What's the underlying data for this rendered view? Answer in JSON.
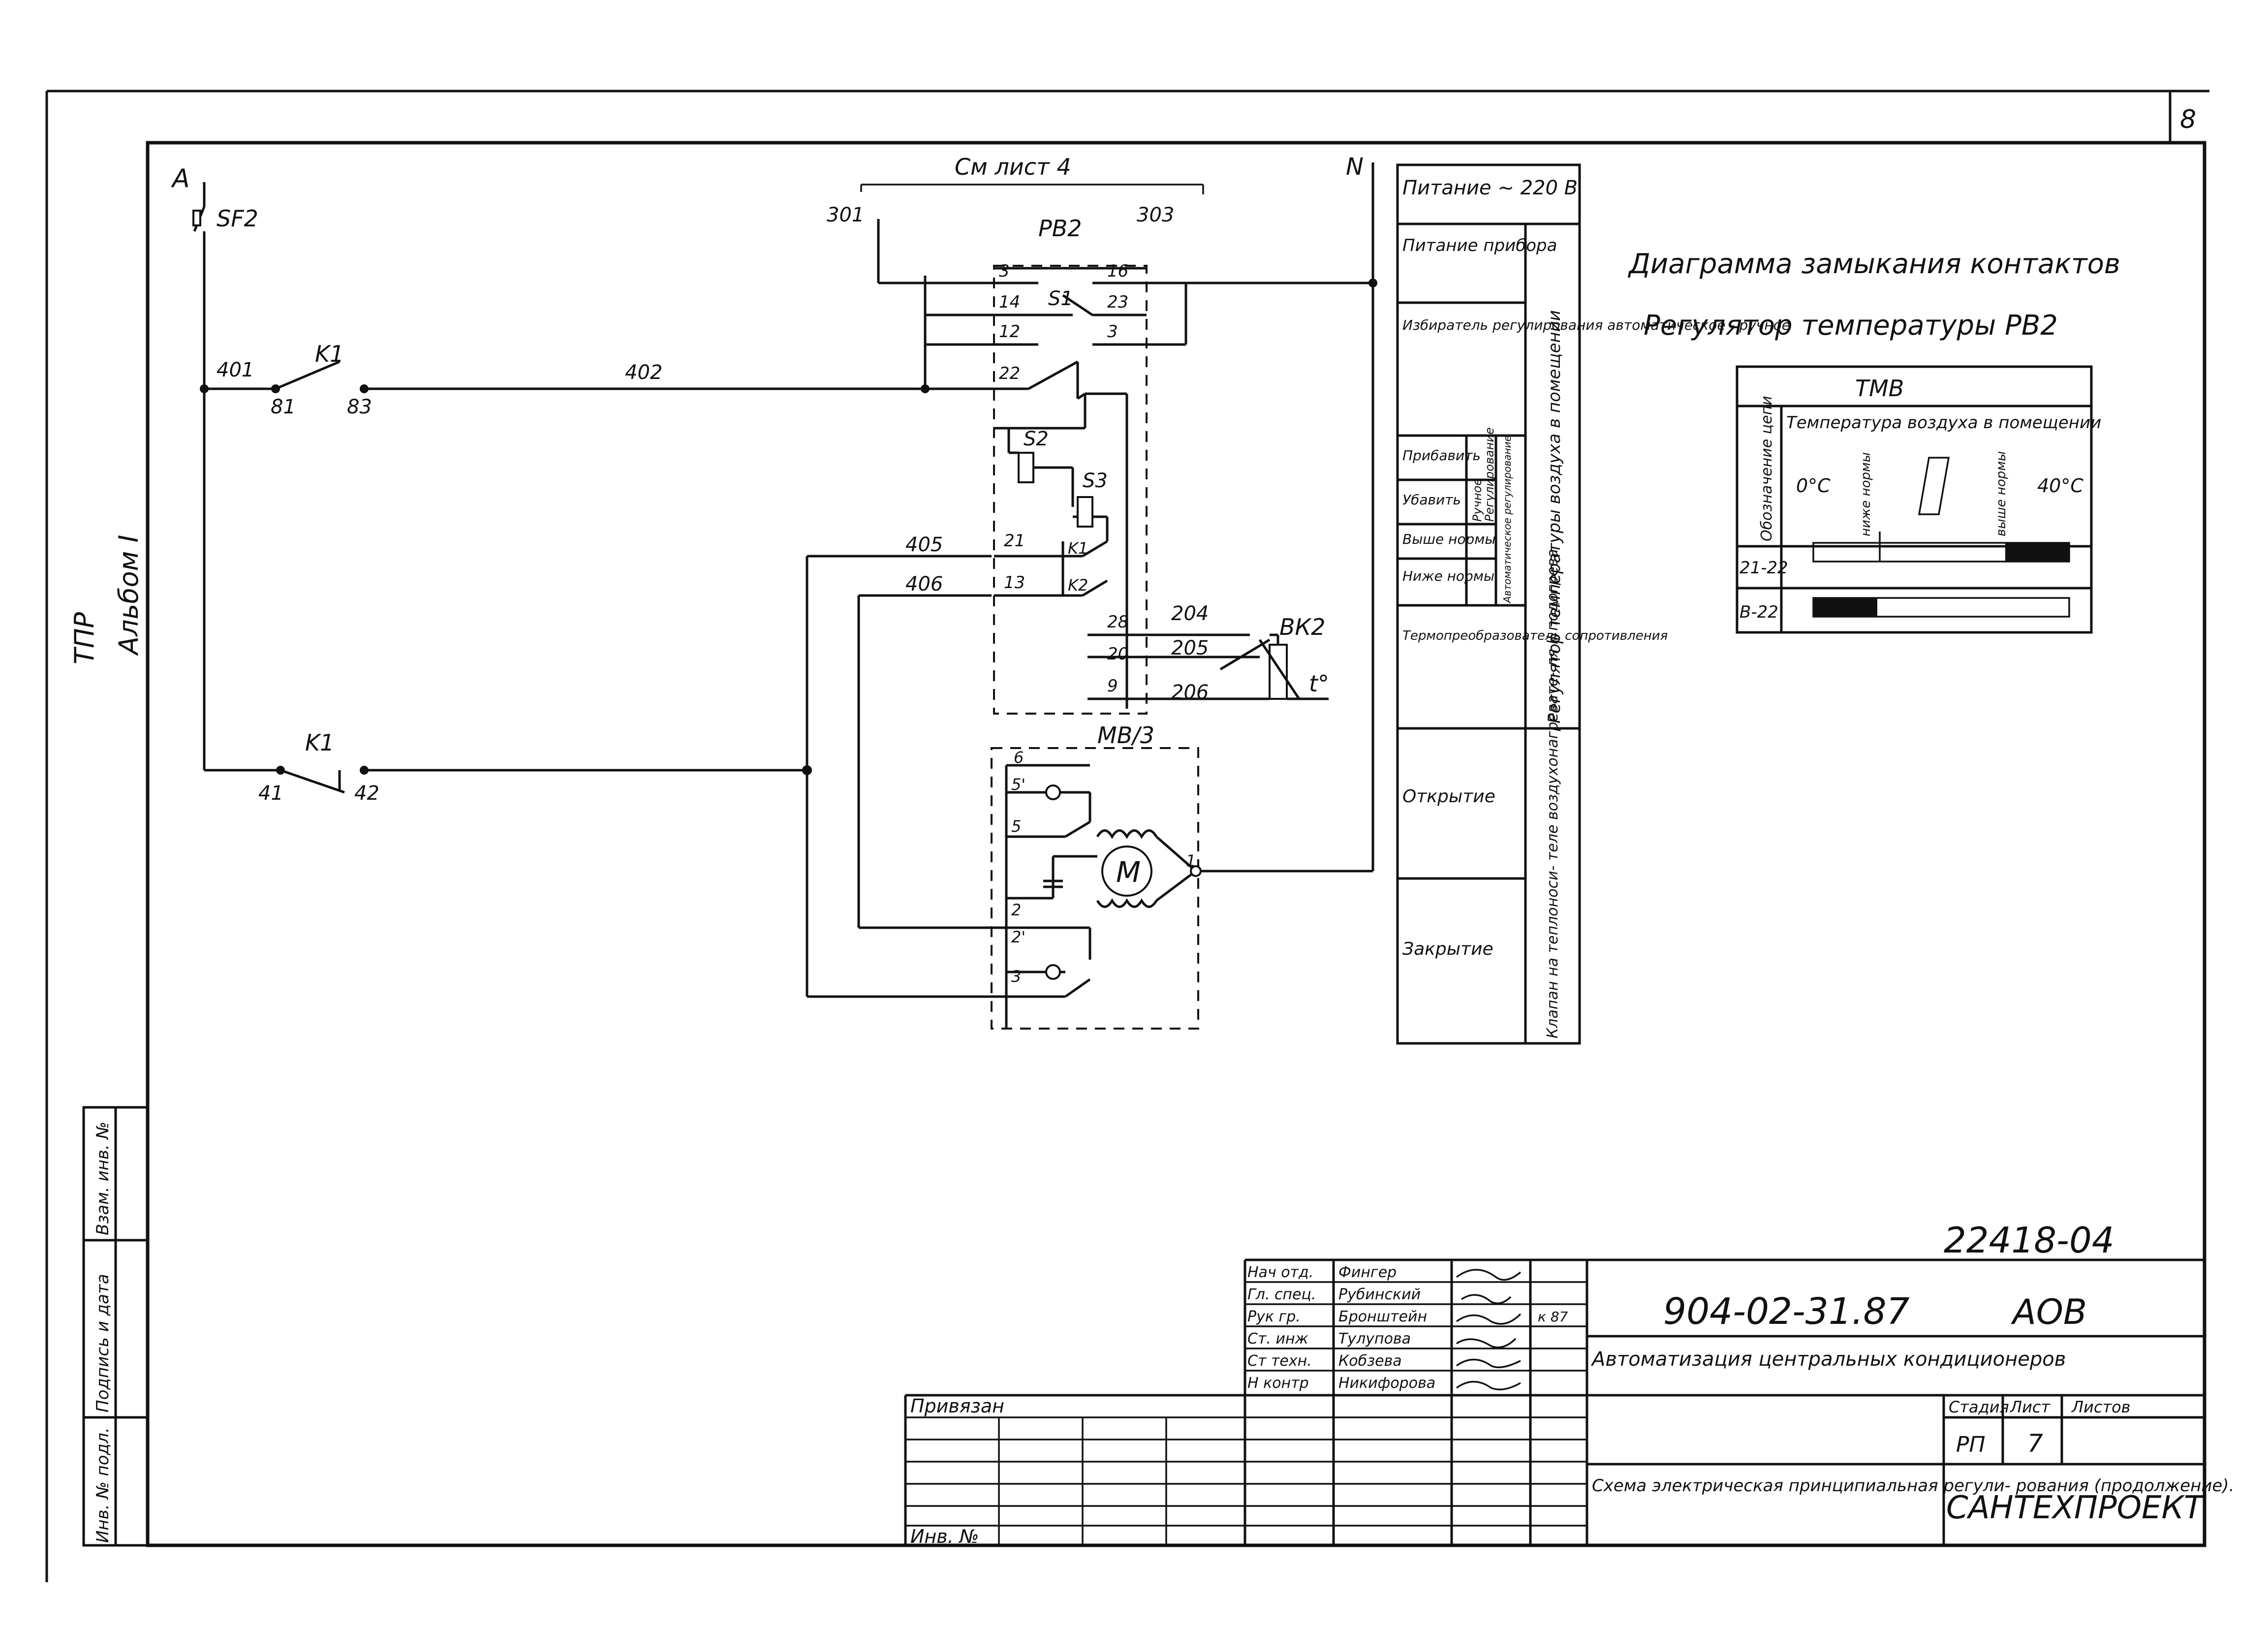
{
  "sheet": {
    "page_number": "8",
    "margin_left_top": "ТПР",
    "margin_left_bottom": "Альбом I",
    "ref_sheet": "См лист 4"
  },
  "schematic": {
    "phase": "A",
    "neutral": "N",
    "breaker": "SF2",
    "relay": "РВ2",
    "contactor": "K1",
    "switches": [
      "S1",
      "S2",
      "S3"
    ],
    "sensor": "ВК2",
    "sensor_symbol": "t°",
    "actuator": "МВ/3",
    "motor": "M",
    "wires": [
      "301",
      "303",
      "401",
      "402",
      "81",
      "83",
      "405",
      "406",
      "41",
      "42",
      "204",
      "205",
      "206"
    ],
    "relay_terminals": [
      "3",
      "14",
      "12",
      "22",
      "16",
      "23",
      "3",
      "21",
      "13",
      "28",
      "20",
      "9"
    ],
    "motor_terminals": [
      "6",
      "5'",
      "5",
      "1",
      "2",
      "2'",
      "3"
    ],
    "switch_contacts": [
      "K1",
      "K2"
    ]
  },
  "legend": {
    "supply": "Питание ~ 220 В",
    "rows": [
      "Питание прибора",
      "Избиратель регулирования автоматическое - ручное",
      "Прибавить",
      "Убавить",
      "Выше нормы",
      "Ниже нормы",
      "Термопреобразователь сопротивления",
      "Открытие",
      "Закрытие"
    ],
    "sub_labels": [
      "Ручное",
      "Регулирование",
      "Автоматическое регулирование"
    ],
    "group1": "Регулятор температуры воздуха в помещении",
    "group2": "Клапан на теплоноси- теле воздухонагревате- ля II подогрева"
  },
  "contact_diagram": {
    "title_line1": "Диаграмма замыкания контактов",
    "title_line2": "Регулятор температуры РВ2",
    "device": "ТМВ",
    "col_header": "Обозначение цепи",
    "temp_header": "Температура воздуха в помещении",
    "temp_min": "0°C",
    "temp_max": "40°C",
    "zone_low": "ниже нормы",
    "zone_high": "выше нормы",
    "rows": [
      {
        "circuit": "21-22",
        "bar_start": 0.75,
        "bar_end": 1.0
      },
      {
        "circuit": "В-22",
        "bar_start": 0.0,
        "bar_end": 0.25
      }
    ]
  },
  "title_block": {
    "drawing_number": "22418-04",
    "code": "904-02-31.87",
    "suffix": "АОВ",
    "project": "Автоматизация центральных кондиционеров",
    "sheet_title": "Схема электрическая принципиальная регули- рования (продолжение).",
    "organization": "САНТЕХПРОЕКТ",
    "stage_label": "Стадия",
    "stage": "РП",
    "sheet_label": "Лист",
    "sheet": "7",
    "sheets_label": "Листов",
    "sheets": "",
    "date": "к 87",
    "attached": "Привязан",
    "inv_no": "Инв. №",
    "roles": [
      "Нач отд.",
      "Гл. спец.",
      "Рук гр.",
      "Ст. инж",
      "Ст техн.",
      "Н контр"
    ],
    "names": [
      "Фингер",
      "Рубинский",
      "Бронштейн",
      "Тулупова",
      "Кобзева",
      "Никифорова"
    ],
    "left_strip": [
      "Инв. № подл.",
      "Подпись и дата",
      "Взам. инв. №"
    ]
  }
}
